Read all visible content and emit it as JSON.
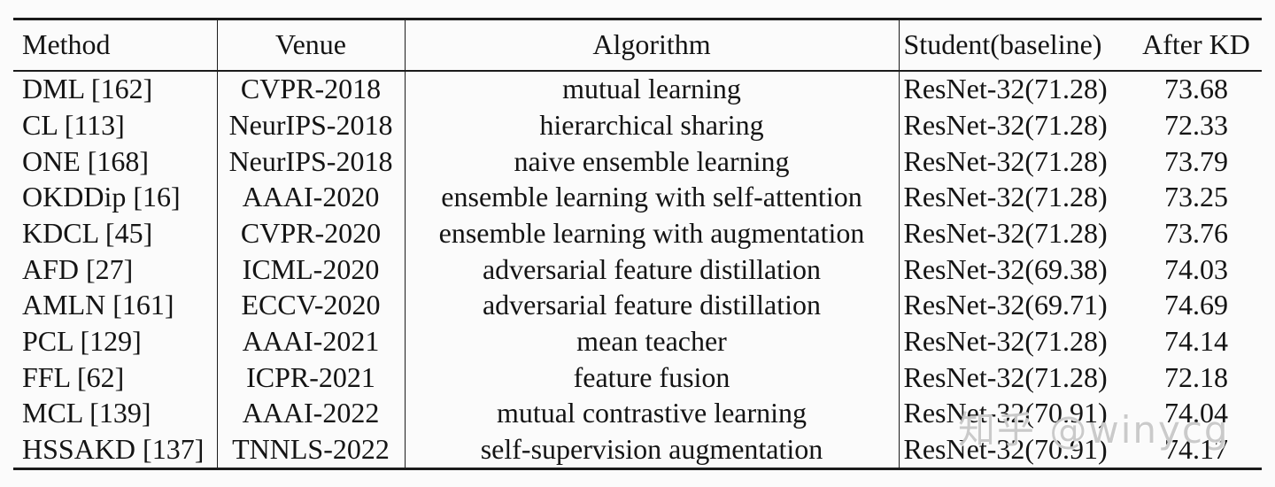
{
  "table": {
    "columns": [
      {
        "key": "method",
        "label": "Method"
      },
      {
        "key": "venue",
        "label": "Venue"
      },
      {
        "key": "algorithm",
        "label": "Algorithm"
      },
      {
        "key": "student-baseline",
        "label": "Student(baseline)"
      },
      {
        "key": "after-kd",
        "label": "After KD"
      }
    ],
    "rows": [
      [
        "DML [162]",
        "CVPR-2018",
        "mutual learning",
        "ResNet-32(71.28)",
        "73.68"
      ],
      [
        "CL [113]",
        "NeurIPS-2018",
        "hierarchical sharing",
        "ResNet-32(71.28)",
        "72.33"
      ],
      [
        "ONE [168]",
        "NeurIPS-2018",
        "naive ensemble learning",
        "ResNet-32(71.28)",
        "73.79"
      ],
      [
        "OKDDip [16]",
        "AAAI-2020",
        "ensemble learning with self-attention",
        "ResNet-32(71.28)",
        "73.25"
      ],
      [
        "KDCL [45]",
        "CVPR-2020",
        "ensemble learning with augmentation",
        "ResNet-32(71.28)",
        "73.76"
      ],
      [
        "AFD [27]",
        "ICML-2020",
        "adversarial feature distillation",
        "ResNet-32(69.38)",
        "74.03"
      ],
      [
        "AMLN [161]",
        "ECCV-2020",
        "adversarial feature distillation",
        "ResNet-32(69.71)",
        "74.69"
      ],
      [
        "PCL [129]",
        "AAAI-2021",
        "mean teacher",
        "ResNet-32(71.28)",
        "74.14"
      ],
      [
        "FFL [62]",
        "ICPR-2021",
        "feature fusion",
        "ResNet-32(71.28)",
        "72.18"
      ],
      [
        "MCL [139]",
        "AAAI-2022",
        "mutual contrastive learning",
        "ResNet-32(70.91)",
        "74.04"
      ],
      [
        "HSSAKD [137]",
        "TNNLS-2022",
        "self-supervision augmentation",
        "ResNet-32(70.91)",
        "74.17"
      ]
    ]
  },
  "watermark": {
    "text": "知乎 @winycg",
    "color": "#c6c6c6"
  },
  "colors": {
    "background": "#fbfbfb",
    "text": "#141414",
    "rule": "#1b1b1b"
  }
}
